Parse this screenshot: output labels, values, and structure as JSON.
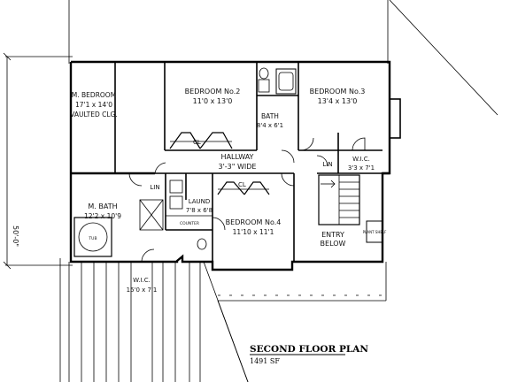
{
  "plan": {
    "title": "SECOND FLOOR PLAN",
    "area": "1491 SF",
    "overall_dimension": "50'-0\""
  },
  "rooms": {
    "master_bedroom": {
      "name": "M. BEDROOM",
      "size": "17'1 x 14'0",
      "note": "VAULTED CLG."
    },
    "bedroom2": {
      "name": "BEDROOM No.2",
      "size": "11'0 x 13'0"
    },
    "bedroom3": {
      "name": "BEDROOM No.3",
      "size": "13'4 x 13'0"
    },
    "bath": {
      "name": "BATH",
      "size": "8'4 x 6'1"
    },
    "hallway": {
      "name": "HALLWAY",
      "size": "3'-3\" WIDE"
    },
    "wic_bedroom3": {
      "name": "W.I.C.",
      "size": "3'3 x 7'1"
    },
    "lin_hall": {
      "name": "LIN"
    },
    "lin_master": {
      "name": "LIN"
    },
    "master_bath": {
      "name": "M. BATH",
      "size": "12'2 x 10'9"
    },
    "tub": {
      "name": "TUB"
    },
    "laundry": {
      "name": "LAUND",
      "size": "7'8 x 6'8"
    },
    "counter": {
      "name": "COUNTER"
    },
    "bedroom4": {
      "name": "BEDROOM No.4",
      "size": "11'10 x 11'1"
    },
    "entry": {
      "name": "ENTRY",
      "note": "BELOW"
    },
    "plant_shelf": {
      "name": "PLANT SHELF"
    },
    "wic_master": {
      "name": "W.I.C.",
      "size": "15'0 x 7'1"
    },
    "closet_b2": {
      "name": "CL"
    },
    "closet_b4": {
      "name": "CL"
    }
  },
  "colors": {
    "ink": "#000000",
    "paper": "#ffffff"
  }
}
